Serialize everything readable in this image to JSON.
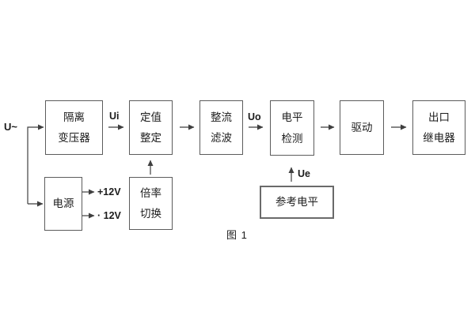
{
  "figure": {
    "caption": "图 1",
    "background_color": "#ffffff",
    "line_color": "#3f3f3f",
    "box_border_color": "#5c5c5c",
    "text_color": "#1c1c1c"
  },
  "labels": {
    "input_voltage": "U~",
    "ui": "Ui",
    "uo": "Uo",
    "ue": "Ue",
    "plus_12v": "+12V",
    "minus_12v": "· 12V"
  },
  "blocks": {
    "isolation_transformer": {
      "line1": "隔离",
      "line2": "变压器"
    },
    "setting": {
      "line1": "定值",
      "line2": "整定"
    },
    "rectifier_filter": {
      "line1": "整流",
      "line2": "滤波"
    },
    "level_detection": {
      "line1": "电平",
      "line2": "检测"
    },
    "drive": {
      "label": "驱动"
    },
    "output_relay": {
      "line1": "出口",
      "line2": "继电器"
    },
    "power_supply": {
      "label": "电源"
    },
    "multiplier_switch": {
      "line1": "倍率",
      "line2": "切换"
    },
    "reference_level": {
      "label": "参考电平"
    }
  }
}
